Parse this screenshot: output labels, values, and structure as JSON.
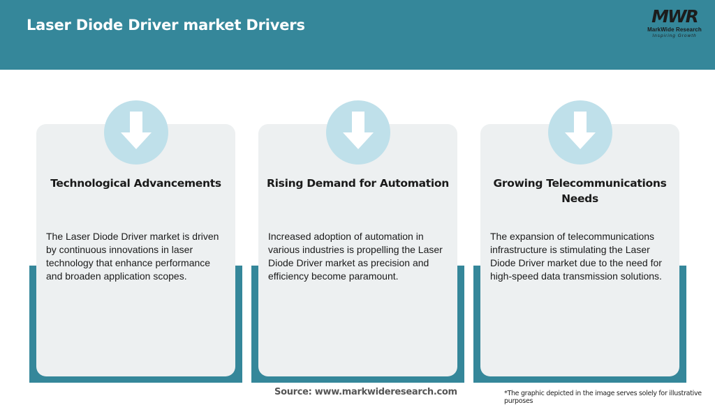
{
  "header": {
    "title": "Laser Diode Driver market Drivers",
    "logo": {
      "mark": "MWR",
      "name": "MarkWide Research",
      "tagline": "Inspiring Growth"
    }
  },
  "colors": {
    "header_bg": "#35879a",
    "card_bg": "#edf0f1",
    "icon_circle": "#bfe0ea",
    "accent": "#35879a"
  },
  "cards": [
    {
      "icon": "down-arrow-icon",
      "title": "Technological Advancements",
      "text": "The Laser Diode Driver market is driven by continuous innovations in laser technology that enhance performance and broaden application scopes."
    },
    {
      "icon": "down-arrow-icon",
      "title": "Rising Demand for Automation",
      "text": "Increased adoption of automation in various industries is propelling the Laser Diode Driver market as precision and efficiency become paramount."
    },
    {
      "icon": "down-arrow-icon",
      "title": "Growing Telecommunications Needs",
      "text": "The expansion of telecommunications infrastructure is stimulating the Laser Diode Driver market due to the need for high-speed data transmission solutions."
    }
  ],
  "footer": {
    "source": "Source: www.markwideresearch.com",
    "disclaimer": "*The graphic depicted in the image serves solely for illustrative purposes"
  }
}
